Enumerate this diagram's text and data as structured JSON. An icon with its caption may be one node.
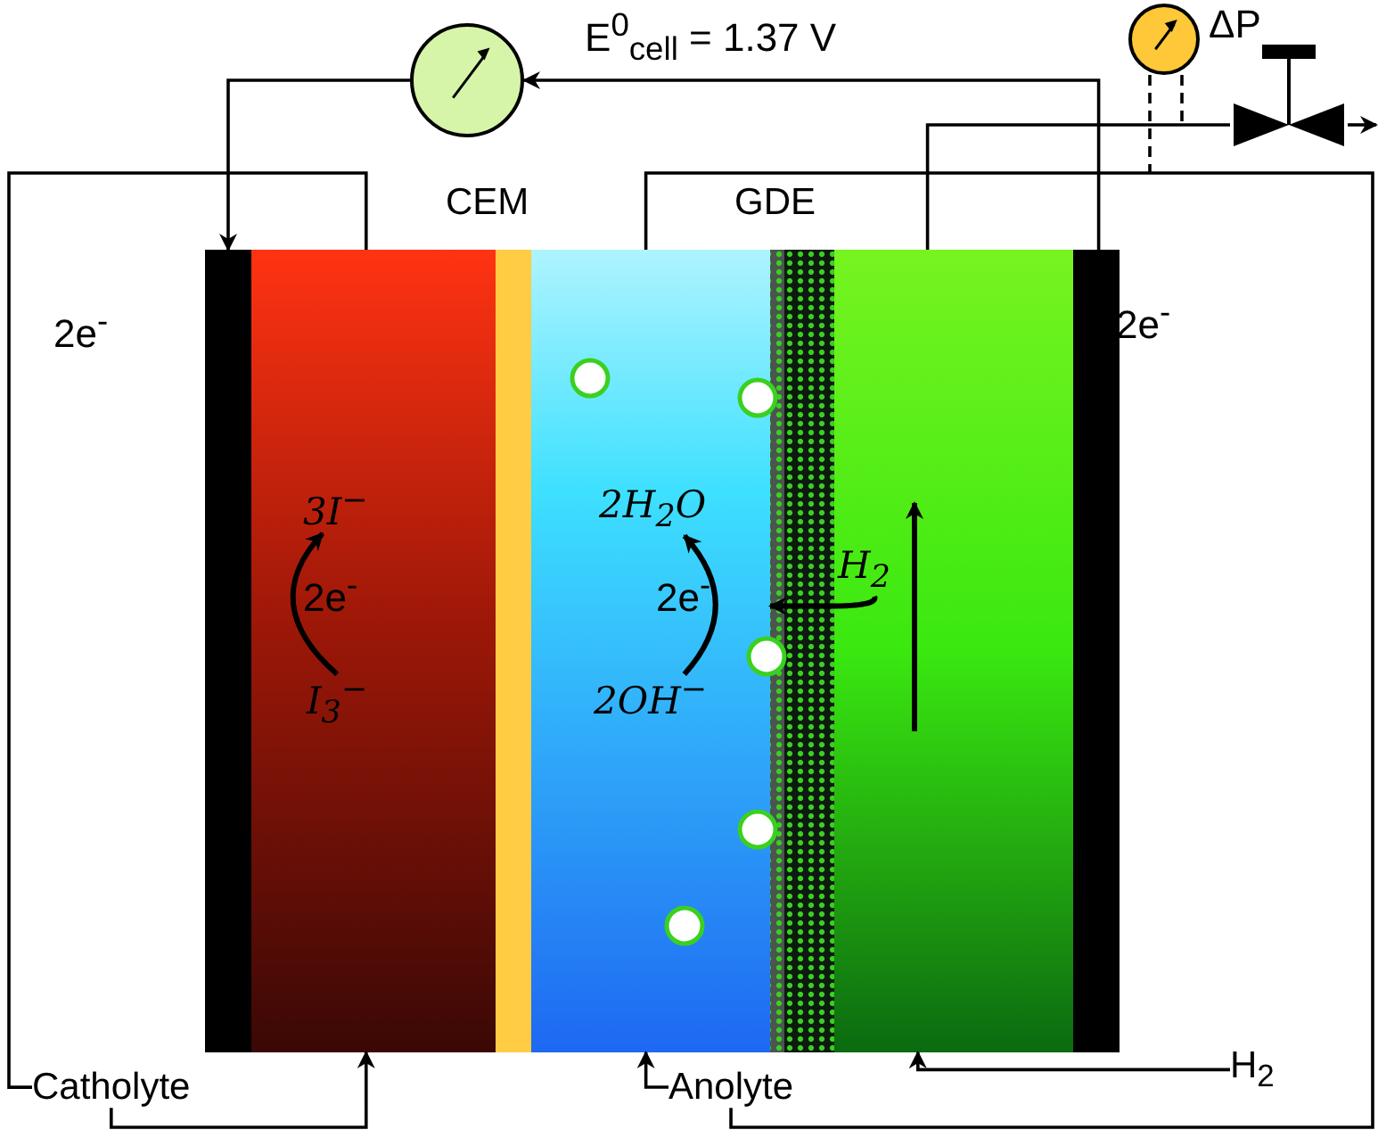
{
  "diagram": {
    "nodes": [
      {
        "text": [],
        "shape": "circle",
        "beside": [
          "E$^{0}$$_{cell}$ = 1.37 V"
        ]
      },
      {
        "text": [],
        "shape": "circle",
        "beside": [
          "ΔP"
        ]
      },
      {
        "text": [],
        "shape": "valve"
      },
      {
        "text": [],
        "shape": "bar",
        "beside": [
          "2e$^{-}$"
        ]
      },
      {
        "text": [],
        "shape": "box"
      },
      {
        "text": [
          "3I$^{−}$"
        ],
        "in": 4
      },
      {
        "text": [
          "I$_{3}$$^{−}$"
        ],
        "in": 4
      },
      {
        "text": [
          "CEM"
        ]
      },
      {
        "text": [],
        "shape": "box"
      },
      {
        "text": [
          "2H$_{2}$O"
        ],
        "in": 8
      },
      {
        "text": [
          "2OH$^{−}$"
        ],
        "in": 8
      },
      {
        "text": [
          "GDE"
        ]
      },
      {
        "text": [],
        "shape": "box"
      },
      {
        "text": [
          "H$_{2}$"
        ],
        "in": 12
      },
      {
        "text": [],
        "shape": "bar",
        "beside": [
          "2e$^{-}$"
        ]
      },
      {
        "text": [
          "Catholyte"
        ]
      },
      {
        "text": [
          "Anolyte"
        ]
      },
      {
        "text": [
          "H$_{2}$"
        ]
      }
    ],
    "edges": [
      {
        "from": 0,
        "to": 3,
        "arrow": "to"
      },
      {
        "from": 14,
        "to": 0,
        "arrow": "to"
      },
      {
        "from": 4,
        "to": 15,
        "arrow": "none"
      },
      {
        "from": 15,
        "to": 4,
        "arrow": "to"
      },
      {
        "from": 8,
        "to": 16,
        "arrow": "none"
      },
      {
        "from": 16,
        "to": 8,
        "arrow": "to"
      },
      {
        "from": 17,
        "to": 12,
        "arrow": "to"
      },
      {
        "from": 12,
        "to": 2,
        "arrow": "none"
      },
      {
        "from": 2,
        "to": null,
        "arrow": "to"
      },
      {
        "from": 1,
        "to": null,
        "arrow": "none",
        "style": "dashed"
      },
      {
        "from": 1,
        "to": null,
        "arrow": "none",
        "style": "dashed"
      },
      {
        "from": 6,
        "to": 5,
        "arrow": "to",
        "label": "2e$^{-}$"
      },
      {
        "from": 10,
        "to": 9,
        "arrow": "to",
        "label": "2e$^{-}$"
      },
      {
        "from": 13,
        "to": 11,
        "arrow": "to"
      }
    ]
  }
}
